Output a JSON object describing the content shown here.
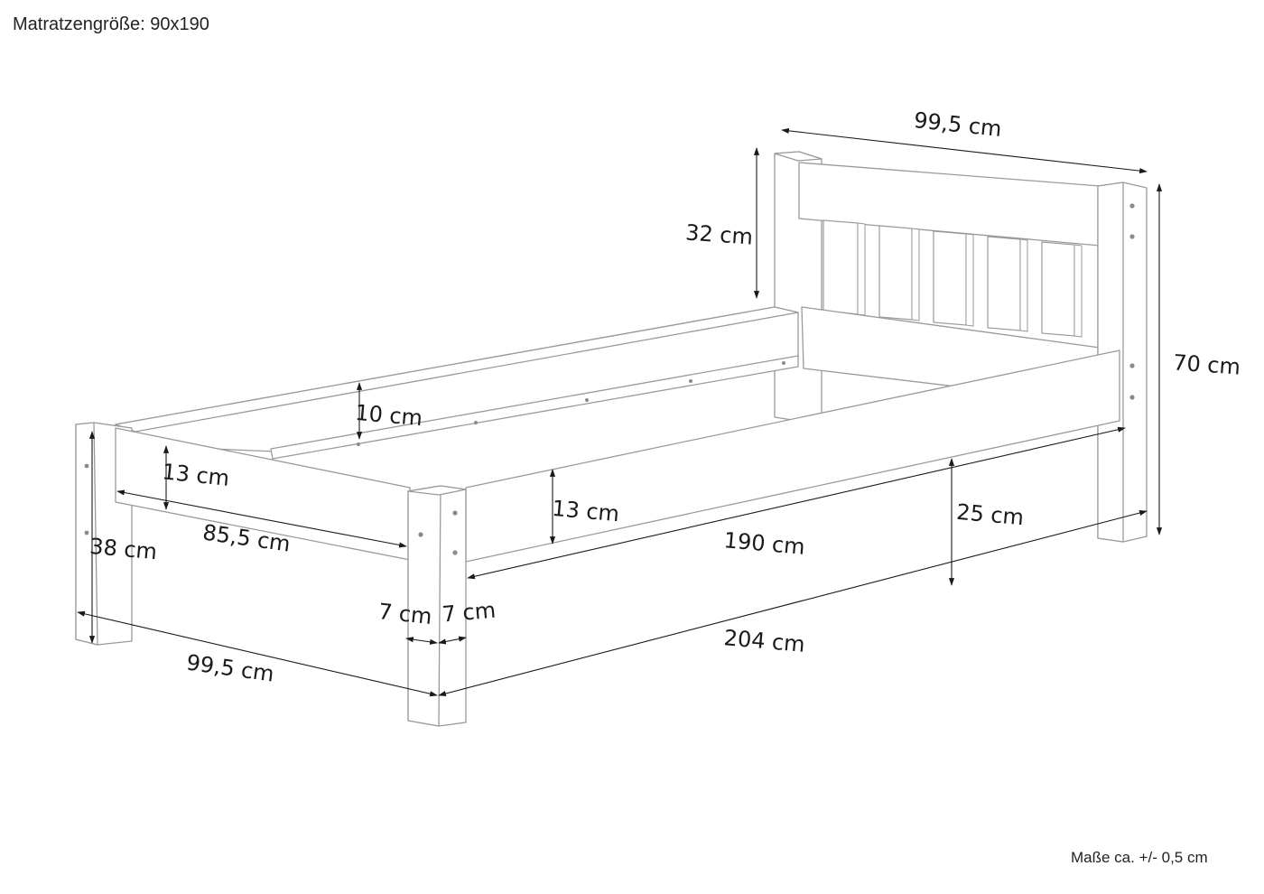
{
  "header": {
    "mattress_size": "Matratzengröße: 90x190"
  },
  "footer": {
    "tolerance_note": "Maße ca. +/- 0,5 cm"
  },
  "dimensions": {
    "headboard_width": "99,5 cm",
    "headboard_panel_height": "32 cm",
    "total_height": "70 cm",
    "inner_slat_rail": "10 cm",
    "foot_rail_height": "13 cm",
    "side_rail_height": "13 cm",
    "under_bed_clearance": "25 cm",
    "inner_width": "85,5 cm",
    "inner_length": "190 cm",
    "foot_height": "38 cm",
    "leg_depth": "7 cm",
    "leg_width": "7 cm",
    "total_length": "204 cm",
    "total_width": "99,5 cm"
  }
}
